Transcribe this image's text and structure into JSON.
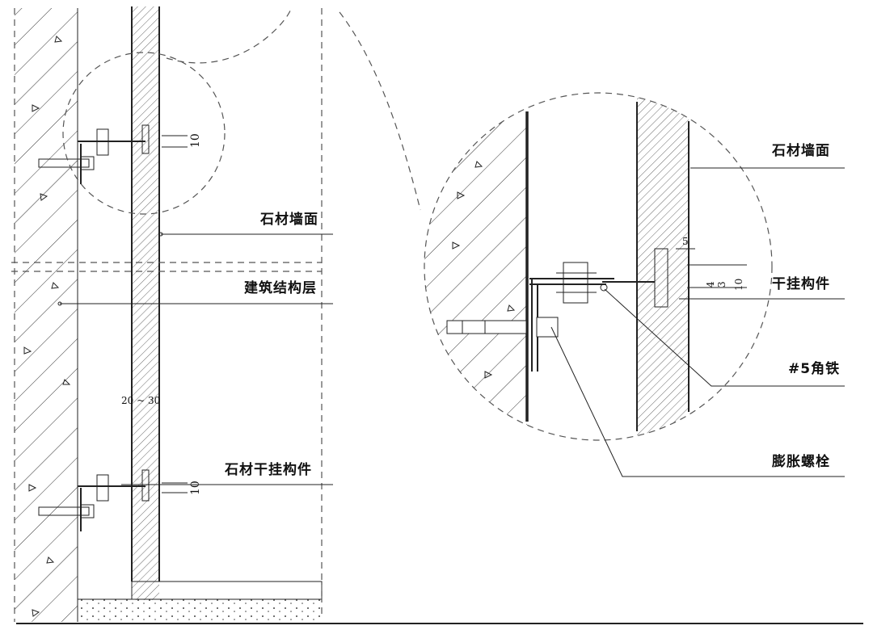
{
  "left_detail": {
    "labels": {
      "stone_face": "石材墙面",
      "structure_layer": "建筑结构层",
      "dry_hang_part": "石材干挂构件"
    },
    "dims": {
      "upper_gap": "10",
      "cavity": "20 ~ 30",
      "lower_gap": "10"
    }
  },
  "zoom_detail": {
    "labels": {
      "stone_face": "石材墙面",
      "hanger": "干挂构件",
      "angle_steel": "#5角铁",
      "anchor_bolt": "膨胀螺栓"
    },
    "dims": {
      "d5": "5",
      "d4": "4",
      "d3": "3",
      "d10": "10"
    }
  }
}
